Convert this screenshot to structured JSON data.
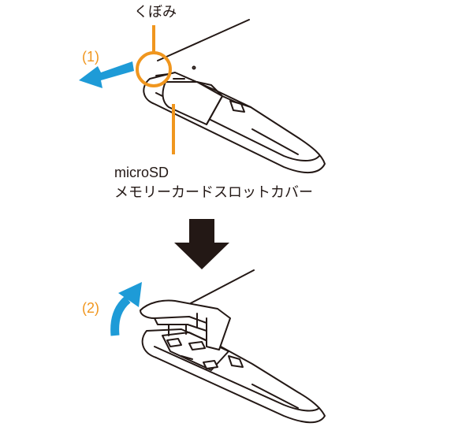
{
  "labels": {
    "notch": "くぼみ",
    "step1": "(1)",
    "cover_line1": "microSD",
    "cover_line2": "メモリーカードスロットカバー",
    "step2": "(2)"
  },
  "colors": {
    "callout": "#f0961e",
    "arrow_blue": "#1e9bd7",
    "outline": "#231815",
    "down_arrow": "#231815"
  },
  "icons": {
    "step_arrow": "down-arrow-icon"
  }
}
